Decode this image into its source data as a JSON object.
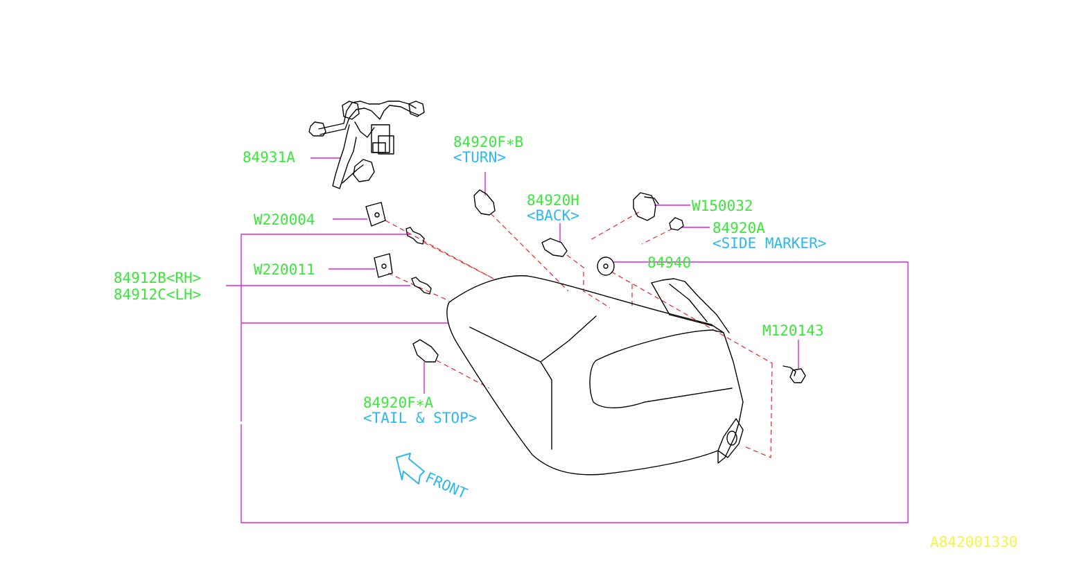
{
  "diagram": {
    "code": "A842001330",
    "front_label": "FRONT",
    "parts": {
      "harness": "84931A",
      "screw_upper": "W220004",
      "screw_lower": "W220011",
      "lamp_rh": "84912B<RH>",
      "lamp_lh": "84912C<LH>",
      "bulb_turn": "84920F∗B",
      "bulb_turn_desc": "<TURN>",
      "bulb_back": "84920H",
      "bulb_back_desc": "<BACK>",
      "socket": "W150032",
      "bulb_side": "84920A",
      "bulb_side_desc": "<SIDE MARKER>",
      "gasket": "84940",
      "bolt": "M120143",
      "bulb_tail": "84920F∗A",
      "bulb_tail_desc": "<TAIL & STOP>"
    },
    "colors": {
      "part_number": "#39e639",
      "description": "#2cb8ee",
      "leader_line": "#dd22dd",
      "dashed_line": "#ee2222",
      "diagram_code": "#f4f44a"
    }
  }
}
